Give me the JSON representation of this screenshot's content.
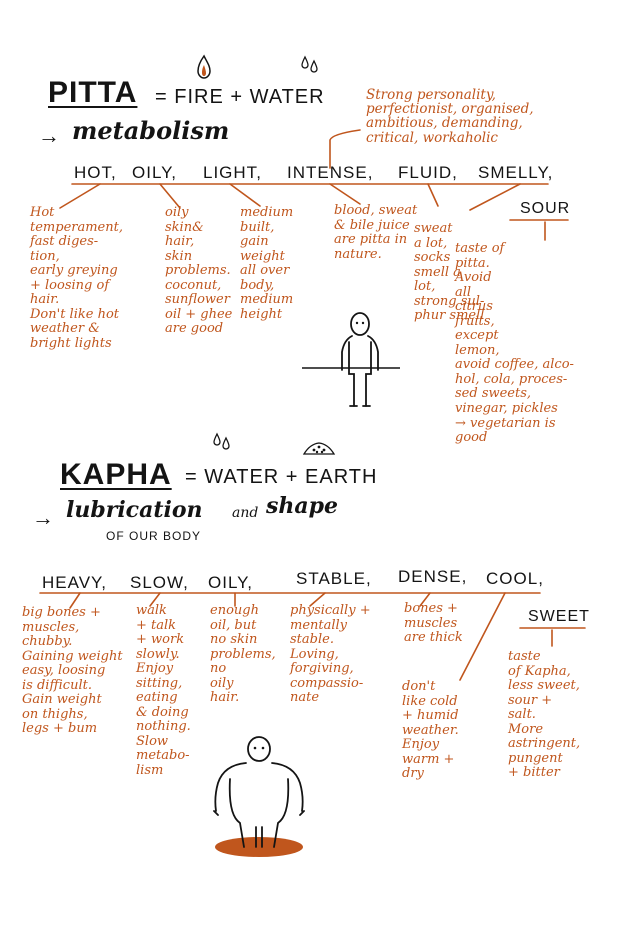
{
  "pitta": {
    "title": "PITTA",
    "equation": "= FIRE + WATER",
    "function_arrow": "→",
    "function": "metabolism",
    "personality_note": "Strong personality,\nperfectionist, organised,\nambitious, demanding,\ncritical, workaholic",
    "qualities": [
      {
        "label": "HOT",
        "sep": ","
      },
      {
        "label": "OILY",
        "sep": ","
      },
      {
        "label": "LIGHT",
        "sep": ","
      },
      {
        "label": "INTENSE",
        "sep": ","
      },
      {
        "label": "FLUID",
        "sep": ","
      },
      {
        "label": "SMELLY",
        "sep": ","
      }
    ],
    "descriptions": [
      "Hot\ntemperament,\nfast diges-\ntion,\nearly greying\n+ loosing of\nhair.\nDon't like hot\nweather &\nbright lights",
      "oily\nskin&\nhair,\nskin\nproblems.\ncoconut,\nsunflower\noil + ghee\nare good",
      "medium\nbuilt,\ngain\nweight\nall over\nbody,\nmedium\nheight",
      "blood, sweat\n& bile juice\nare pitta in\nnature.",
      "sweat\na lot,\nsocks\nsmell a\nlot,\nstrong sul-\nphur smell"
    ],
    "taste": {
      "heading": "SOUR",
      "text": "taste of\npitta.\nAvoid\nall\ncitrus\nfruits,\nexcept\nlemon,\navoid coffee, alco-\nhol, cola, proces-\nsed sweets,\nvinegar, pickles\n→ vegetarian is\ngood"
    }
  },
  "kapha": {
    "title": "KAPHA",
    "equation": "= WATER + EARTH",
    "function_arrow": "→",
    "function_a": "lubrication",
    "function_and": "and",
    "function_b": "shape",
    "function_sub": "OF OUR BODY",
    "qualities": [
      {
        "label": "HEAVY",
        "sep": ","
      },
      {
        "label": "SLOW",
        "sep": ","
      },
      {
        "label": "OILY",
        "sep": ","
      },
      {
        "label": "STABLE",
        "sep": ","
      },
      {
        "label": "DENSE",
        "sep": ","
      },
      {
        "label": "COOL",
        "sep": ","
      }
    ],
    "descriptions": [
      "big bones +\nmuscles,\nchubby.\nGaining weight\neasy, loosing\nis difficult.\nGain weight\non thighs,\nlegs + bum",
      "walk\n+ talk\n+ work\nslowly.\nEnjoy\nsitting,\neating\n& doing\nnothing.\nSlow\nmetabo-\nlism",
      "enough\noil, but\nno skin\nproblems,\nno\noily\nhair.",
      "physically +\nmentally\nstable.\nLoving,\nforgiving,\ncompassio-\nnate",
      "bones +\nmuscles\nare thick",
      "don't\nlike cold\n+ humid\nweather.\nEnjoy\nwarm +\ndry"
    ],
    "taste": {
      "heading": "SWEET",
      "text": "taste\nof Kapha,\nless sweet,\nsour +\nsalt.\nMore\nastringent,\npungent\n+ bitter"
    }
  },
  "colors": {
    "ink": "#141414",
    "accent": "#c0561d"
  },
  "icons": [
    "flame-icon",
    "water-drops-icon",
    "earth-pile-icon",
    "thin-figure-icon",
    "heavy-figure-icon"
  ]
}
